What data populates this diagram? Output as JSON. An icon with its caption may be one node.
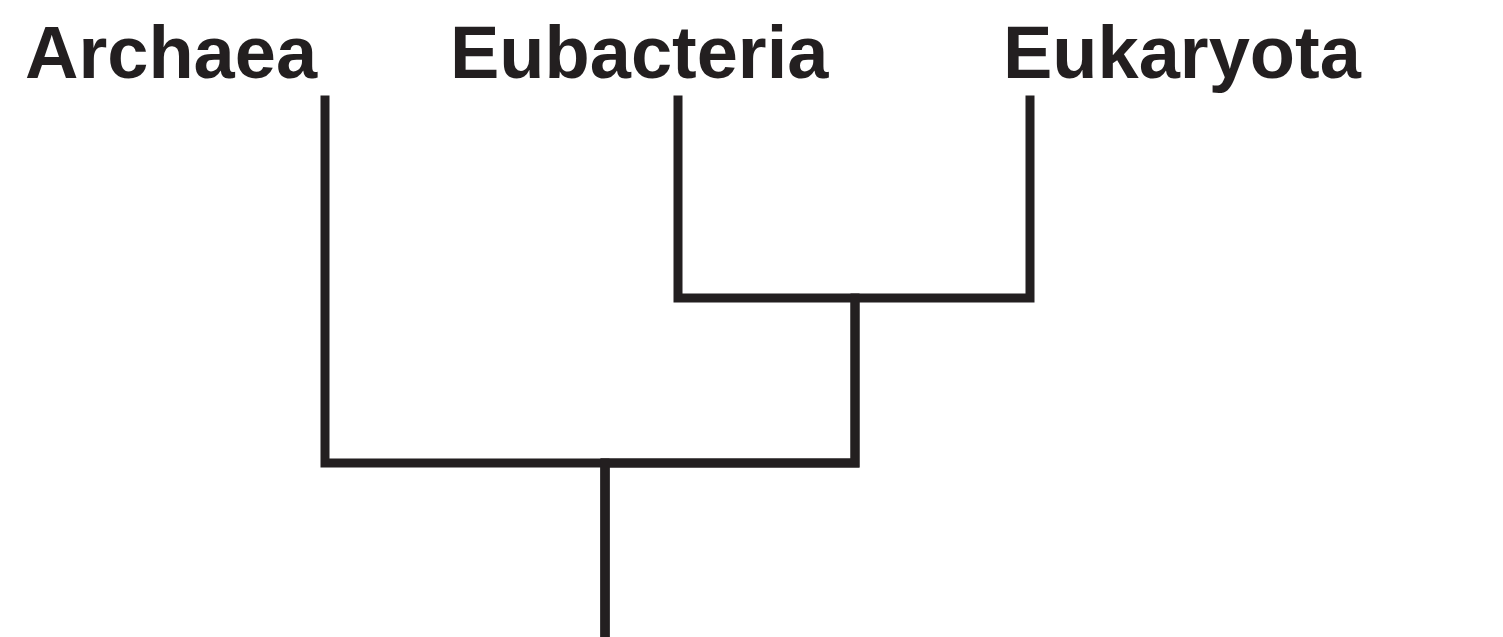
{
  "diagram": {
    "nodes": [
      {
        "text": [
          "Archaea"
        ]
      },
      {
        "text": [
          "Eubacteria"
        ]
      },
      {
        "text": [
          "Eukaryota"
        ]
      }
    ],
    "edges": [
      {
        "from": null,
        "to": 0,
        "arrow": "none"
      },
      {
        "from": null,
        "to": 1,
        "arrow": "none"
      },
      {
        "from": null,
        "to": 2,
        "arrow": "none"
      }
    ]
  }
}
